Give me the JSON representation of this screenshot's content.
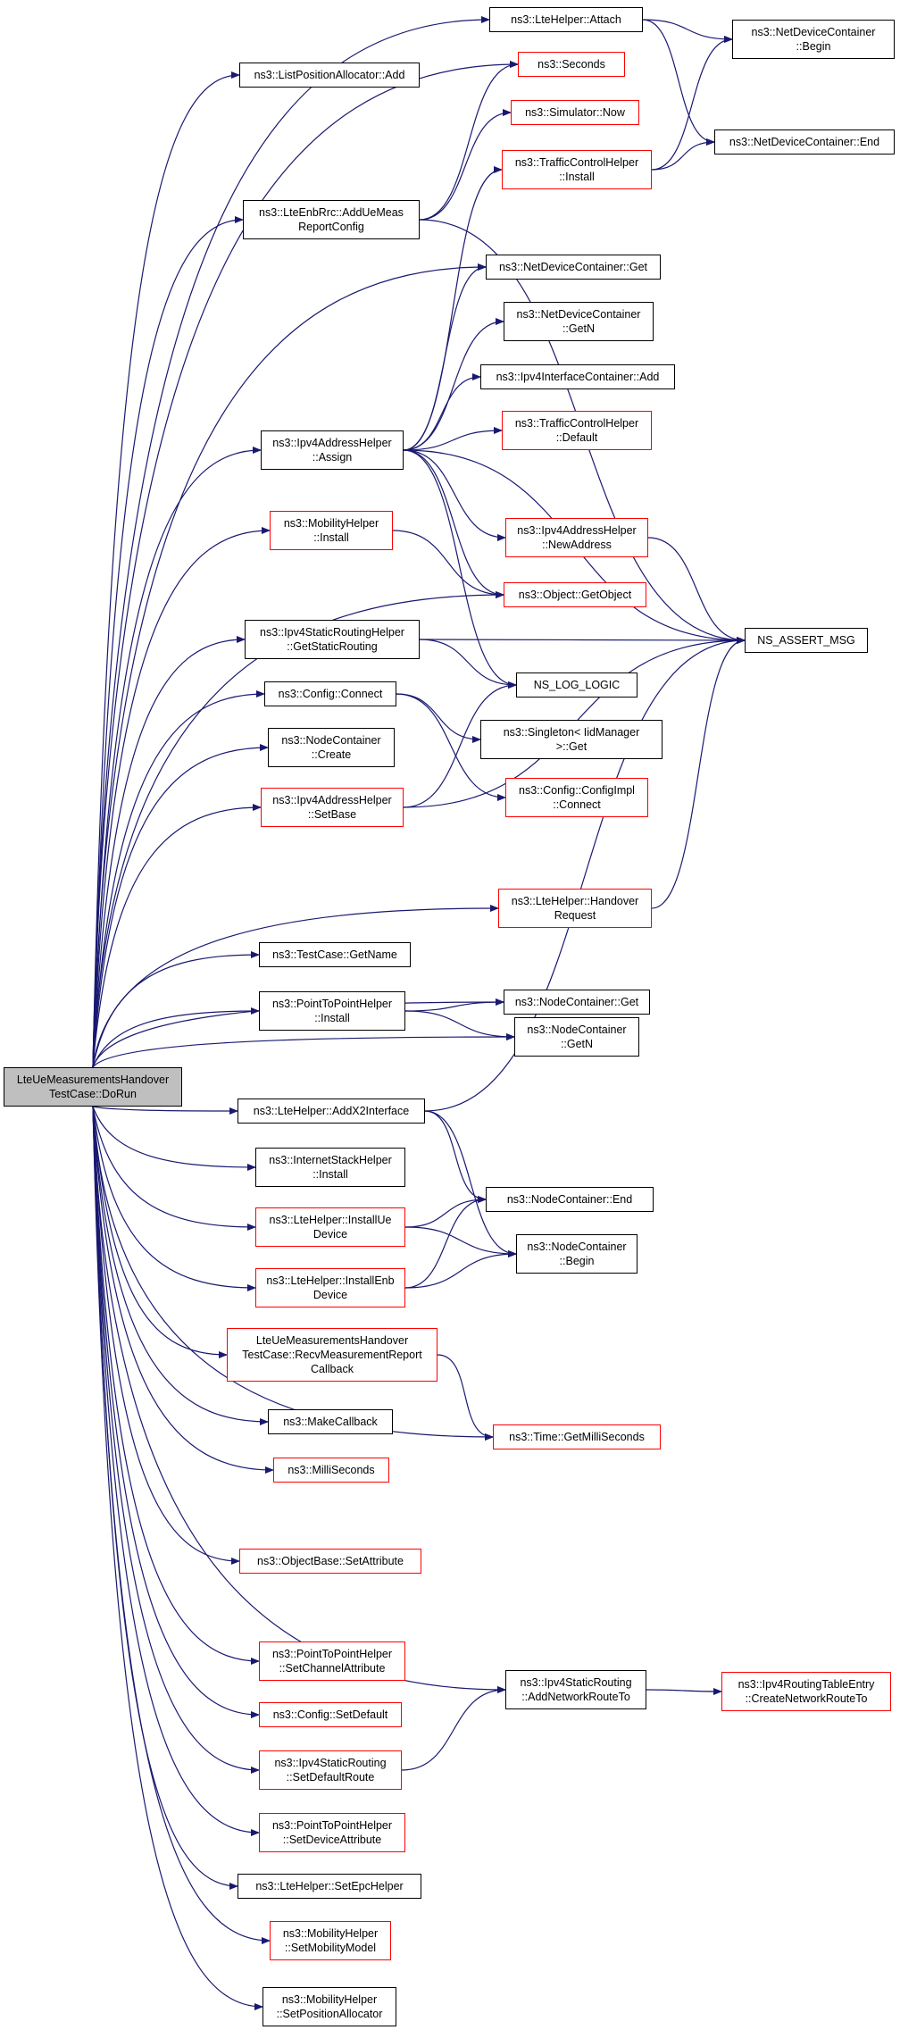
{
  "colors": {
    "edge": "#191970",
    "node_border": "#000000",
    "external_border": "#ff0000",
    "root_fill": "#bfbfbf"
  },
  "nodes": [
    {
      "id": "root",
      "label": "LteUeMeasurementsHandover\nTestCase::DoRun",
      "kind": "root"
    },
    {
      "id": "lpa_add",
      "label": "ns3::ListPositionAllocator::Add",
      "kind": "normal"
    },
    {
      "id": "lte_attach",
      "label": "ns3::LteHelper::Attach",
      "kind": "normal"
    },
    {
      "id": "ndc_begin",
      "label": "ns3::NetDeviceContainer\n::Begin",
      "kind": "normal"
    },
    {
      "id": "seconds",
      "label": "ns3::Seconds",
      "kind": "external"
    },
    {
      "id": "sim_now",
      "label": "ns3::Simulator::Now",
      "kind": "external"
    },
    {
      "id": "ndc_end",
      "label": "ns3::NetDeviceContainer::End",
      "kind": "normal"
    },
    {
      "id": "enbrrc_add",
      "label": "ns3::LteEnbRrc::AddUeMeas\nReportConfig",
      "kind": "normal"
    },
    {
      "id": "tch_install",
      "label": "ns3::TrafficControlHelper\n::Install",
      "kind": "external"
    },
    {
      "id": "ndc_get",
      "label": "ns3::NetDeviceContainer::Get",
      "kind": "normal"
    },
    {
      "id": "ndc_getn",
      "label": "ns3::NetDeviceContainer\n::GetN",
      "kind": "normal"
    },
    {
      "id": "ipv4ic_add",
      "label": "ns3::Ipv4InterfaceContainer::Add",
      "kind": "normal"
    },
    {
      "id": "tch_default",
      "label": "ns3::TrafficControlHelper\n::Default",
      "kind": "external"
    },
    {
      "id": "ipv4ah_assign",
      "label": "ns3::Ipv4AddressHelper\n::Assign",
      "kind": "normal"
    },
    {
      "id": "ipv4ah_newaddr",
      "label": "ns3::Ipv4AddressHelper\n::NewAddress",
      "kind": "external"
    },
    {
      "id": "mob_install",
      "label": "ns3::MobilityHelper\n::Install",
      "kind": "external"
    },
    {
      "id": "obj_getobject",
      "label": "ns3::Object::GetObject",
      "kind": "external"
    },
    {
      "id": "srh_getstatic",
      "label": "ns3::Ipv4StaticRoutingHelper\n::GetStaticRouting",
      "kind": "normal"
    },
    {
      "id": "ns_assert",
      "label": "NS_ASSERT_MSG",
      "kind": "normal"
    },
    {
      "id": "ns_log",
      "label": "NS_LOG_LOGIC",
      "kind": "normal"
    },
    {
      "id": "cfg_connect",
      "label": "ns3::Config::Connect",
      "kind": "normal"
    },
    {
      "id": "singleton_get",
      "label": "ns3::Singleton< IidManager\n>::Get",
      "kind": "normal"
    },
    {
      "id": "nc_create",
      "label": "ns3::NodeContainer\n::Create",
      "kind": "normal"
    },
    {
      "id": "ipv4ah_setbase",
      "label": "ns3::Ipv4AddressHelper\n::SetBase",
      "kind": "external"
    },
    {
      "id": "cfgimpl_connect",
      "label": "ns3::Config::ConfigImpl\n::Connect",
      "kind": "external"
    },
    {
      "id": "lte_handover",
      "label": "ns3::LteHelper::Handover\nRequest",
      "kind": "external"
    },
    {
      "id": "tc_getname",
      "label": "ns3::TestCase::GetName",
      "kind": "normal"
    },
    {
      "id": "nc_get",
      "label": "ns3::NodeContainer::Get",
      "kind": "normal"
    },
    {
      "id": "p2p_install",
      "label": "ns3::PointToPointHelper\n::Install",
      "kind": "normal"
    },
    {
      "id": "nc_getn",
      "label": "ns3::NodeContainer\n::GetN",
      "kind": "normal"
    },
    {
      "id": "lte_addx2",
      "label": "ns3::LteHelper::AddX2Interface",
      "kind": "normal"
    },
    {
      "id": "ish_install",
      "label": "ns3::InternetStackHelper\n::Install",
      "kind": "normal"
    },
    {
      "id": "nc_end",
      "label": "ns3::NodeContainer::End",
      "kind": "normal"
    },
    {
      "id": "lte_installue",
      "label": "ns3::LteHelper::InstallUe\nDevice",
      "kind": "external"
    },
    {
      "id": "nc_begin",
      "label": "ns3::NodeContainer\n::Begin",
      "kind": "normal"
    },
    {
      "id": "lte_installenb",
      "label": "ns3::LteHelper::InstallEnb\nDevice",
      "kind": "external"
    },
    {
      "id": "recv_cb",
      "label": "LteUeMeasurementsHandover\nTestCase::RecvMeasurementReport\nCallback",
      "kind": "external"
    },
    {
      "id": "make_cb",
      "label": "ns3::MakeCallback",
      "kind": "normal"
    },
    {
      "id": "milliseconds",
      "label": "ns3::MilliSeconds",
      "kind": "external"
    },
    {
      "id": "time_getms",
      "label": "ns3::Time::GetMilliSeconds",
      "kind": "external"
    },
    {
      "id": "ob_setattr",
      "label": "ns3::ObjectBase::SetAttribute",
      "kind": "external"
    },
    {
      "id": "p2p_setchan",
      "label": "ns3::PointToPointHelper\n::SetChannelAttribute",
      "kind": "external"
    },
    {
      "id": "sr_addnet",
      "label": "ns3::Ipv4StaticRouting\n::AddNetworkRouteTo",
      "kind": "normal"
    },
    {
      "id": "rte_create",
      "label": "ns3::Ipv4RoutingTableEntry\n::CreateNetworkRouteTo",
      "kind": "external"
    },
    {
      "id": "cfg_setdefault",
      "label": "ns3::Config::SetDefault",
      "kind": "external"
    },
    {
      "id": "sr_setdefault",
      "label": "ns3::Ipv4StaticRouting\n::SetDefaultRoute",
      "kind": "external"
    },
    {
      "id": "p2p_setdev",
      "label": "ns3::PointToPointHelper\n::SetDeviceAttribute",
      "kind": "external"
    },
    {
      "id": "lte_setepc",
      "label": "ns3::LteHelper::SetEpcHelper",
      "kind": "normal"
    },
    {
      "id": "mob_setmodel",
      "label": "ns3::MobilityHelper\n::SetMobilityModel",
      "kind": "external"
    },
    {
      "id": "mob_setposalloc",
      "label": "ns3::MobilityHelper\n::SetPositionAllocator",
      "kind": "normal"
    }
  ],
  "edges": [
    [
      "root",
      "lpa_add"
    ],
    [
      "root",
      "lte_attach"
    ],
    [
      "root",
      "seconds"
    ],
    [
      "root",
      "enbrrc_add"
    ],
    [
      "root",
      "ndc_get"
    ],
    [
      "root",
      "ipv4ah_assign"
    ],
    [
      "root",
      "mob_install"
    ],
    [
      "root",
      "obj_getobject"
    ],
    [
      "root",
      "srh_getstatic"
    ],
    [
      "root",
      "cfg_connect"
    ],
    [
      "root",
      "nc_create"
    ],
    [
      "root",
      "ipv4ah_setbase"
    ],
    [
      "root",
      "lte_handover"
    ],
    [
      "root",
      "nc_get"
    ],
    [
      "root",
      "tc_getname"
    ],
    [
      "root",
      "p2p_install"
    ],
    [
      "root",
      "nc_getn"
    ],
    [
      "root",
      "lte_addx2"
    ],
    [
      "root",
      "ish_install"
    ],
    [
      "root",
      "lte_installue"
    ],
    [
      "root",
      "lte_installenb"
    ],
    [
      "root",
      "recv_cb"
    ],
    [
      "root",
      "make_cb"
    ],
    [
      "root",
      "milliseconds"
    ],
    [
      "root",
      "time_getms"
    ],
    [
      "root",
      "ob_setattr"
    ],
    [
      "root",
      "sr_addnet"
    ],
    [
      "root",
      "p2p_setchan"
    ],
    [
      "root",
      "cfg_setdefault"
    ],
    [
      "root",
      "sr_setdefault"
    ],
    [
      "root",
      "p2p_setdev"
    ],
    [
      "root",
      "lte_setepc"
    ],
    [
      "root",
      "mob_setmodel"
    ],
    [
      "root",
      "mob_setposalloc"
    ],
    [
      "lte_attach",
      "ndc_begin"
    ],
    [
      "lte_attach",
      "ndc_end"
    ],
    [
      "enbrrc_add",
      "seconds"
    ],
    [
      "enbrrc_add",
      "sim_now"
    ],
    [
      "enbrrc_add",
      "ns_assert"
    ],
    [
      "tch_install",
      "ndc_begin"
    ],
    [
      "tch_install",
      "ndc_end"
    ],
    [
      "ipv4ah_assign",
      "tch_install"
    ],
    [
      "ipv4ah_assign",
      "ndc_get"
    ],
    [
      "ipv4ah_assign",
      "ndc_getn"
    ],
    [
      "ipv4ah_assign",
      "ipv4ic_add"
    ],
    [
      "ipv4ah_assign",
      "tch_default"
    ],
    [
      "ipv4ah_assign",
      "ipv4ah_newaddr"
    ],
    [
      "ipv4ah_assign",
      "obj_getobject"
    ],
    [
      "ipv4ah_assign",
      "ns_assert"
    ],
    [
      "ipv4ah_assign",
      "ns_log"
    ],
    [
      "ipv4ah_newaddr",
      "ns_assert"
    ],
    [
      "mob_install",
      "obj_getobject"
    ],
    [
      "srh_getstatic",
      "ns_assert"
    ],
    [
      "srh_getstatic",
      "ns_log"
    ],
    [
      "cfg_connect",
      "singleton_get"
    ],
    [
      "cfg_connect",
      "cfgimpl_connect"
    ],
    [
      "ipv4ah_setbase",
      "ns_log"
    ],
    [
      "ipv4ah_setbase",
      "ns_assert"
    ],
    [
      "lte_handover",
      "ns_assert"
    ],
    [
      "p2p_install",
      "nc_get"
    ],
    [
      "p2p_install",
      "nc_getn"
    ],
    [
      "lte_addx2",
      "ns_assert"
    ],
    [
      "lte_addx2",
      "nc_end"
    ],
    [
      "lte_addx2",
      "nc_begin"
    ],
    [
      "lte_installue",
      "nc_end"
    ],
    [
      "lte_installue",
      "nc_begin"
    ],
    [
      "lte_installenb",
      "nc_end"
    ],
    [
      "lte_installenb",
      "nc_begin"
    ],
    [
      "recv_cb",
      "time_getms"
    ],
    [
      "sr_addnet",
      "rte_create"
    ],
    [
      "sr_setdefault",
      "sr_addnet"
    ]
  ]
}
